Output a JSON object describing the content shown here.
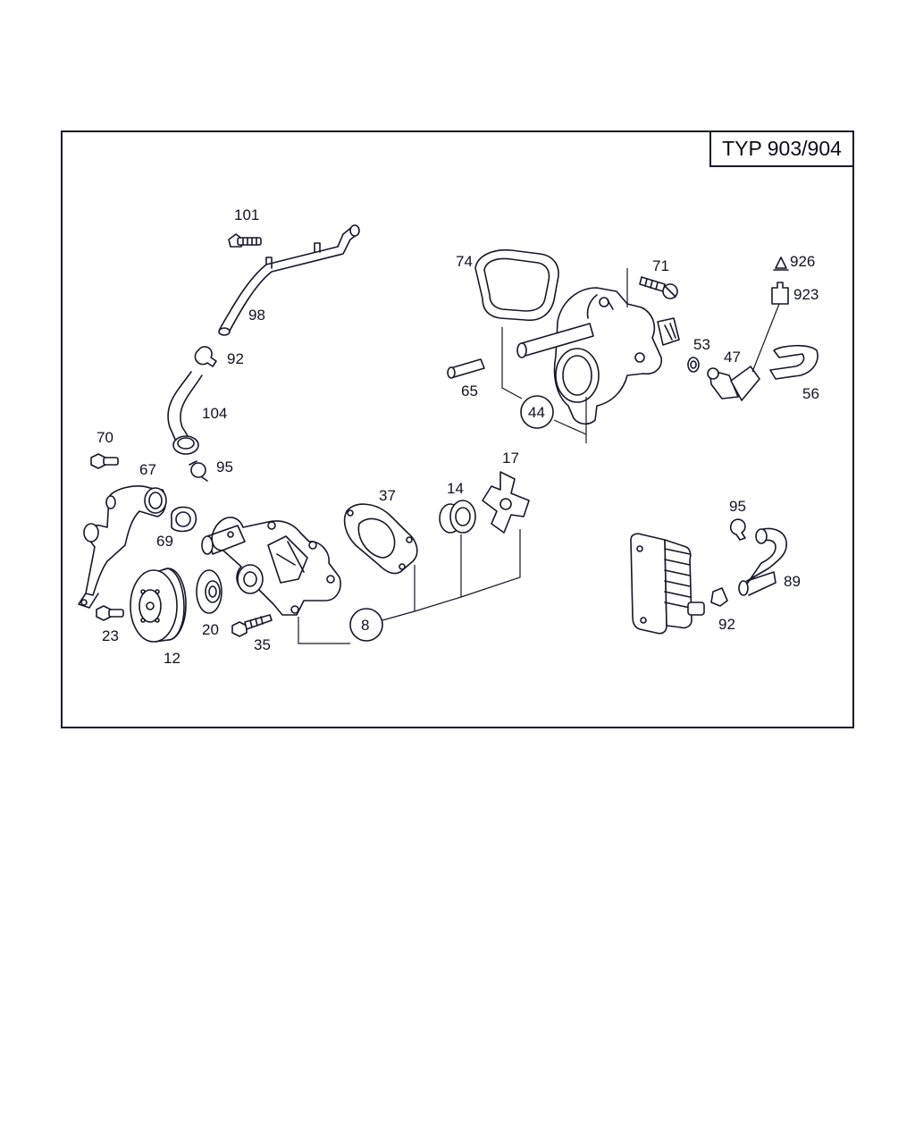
{
  "type_label": "TYP 903/904",
  "callouts": {
    "p101": "101",
    "p98": "98",
    "p92a": "92",
    "p104": "104",
    "p95a": "95",
    "p70": "70",
    "p67": "67",
    "p69": "69",
    "p23": "23",
    "p12": "12",
    "p20": "20",
    "p35": "35",
    "p37": "37",
    "p14": "14",
    "p17": "17",
    "p8": "8",
    "p74": "74",
    "p71": "71",
    "p65": "65",
    "p44": "44",
    "p53": "53",
    "p47": "47",
    "p926": "926",
    "p923": "923",
    "p56": "56",
    "p95b": "95",
    "p89": "89",
    "p92b": "92"
  }
}
